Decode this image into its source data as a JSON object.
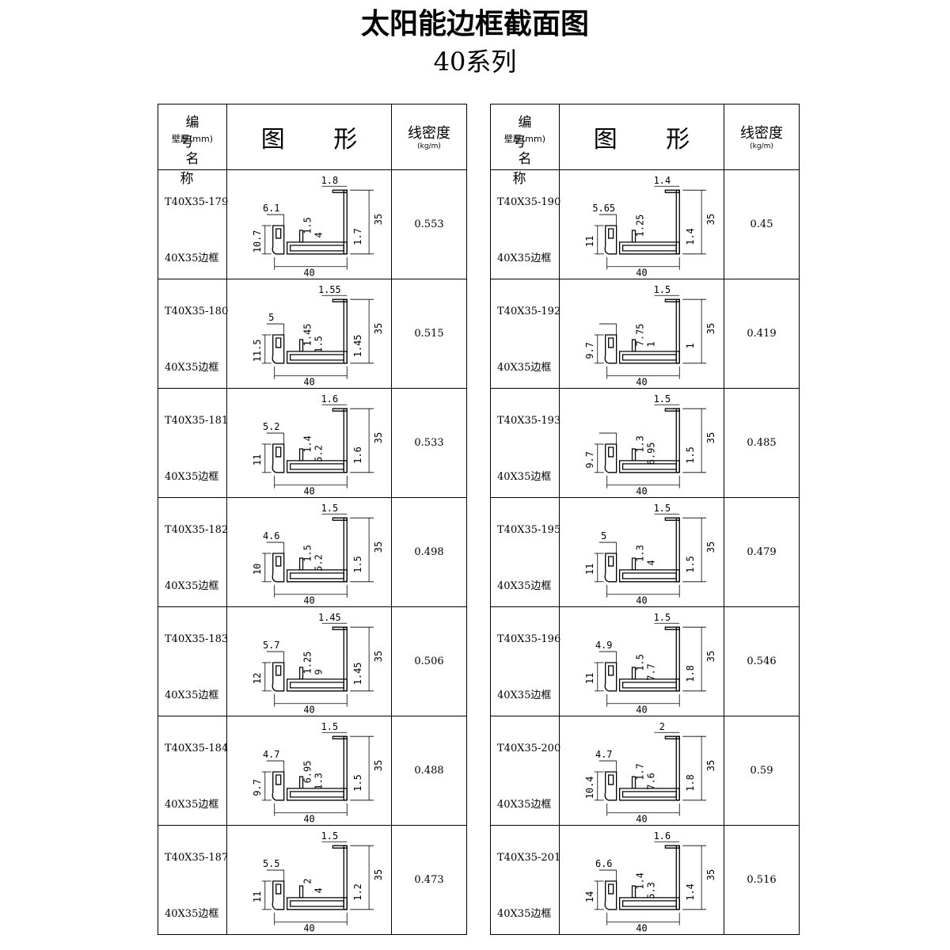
{
  "title": "太阳能边框截面图",
  "subtitle": "40系列",
  "header": {
    "code_label": "编 号",
    "thickness_label": "壁厚(mm)",
    "name_label": "名 称",
    "figure_label": "图 形",
    "density_label": "线密度",
    "density_unit": "(kg/m)"
  },
  "left_table": [
    {
      "code": "T40X35-179",
      "name": "40X35边框",
      "density": "0.553",
      "dims": {
        "top": "1.8",
        "lip_w": "6.1",
        "lip_h": "10.7",
        "wall_a": "1.5",
        "wall_b": "4",
        "wall_c": "1.7",
        "height": "35",
        "width": "40"
      }
    },
    {
      "code": "T40X35-180",
      "name": "40X35边框",
      "density": "0.515",
      "dims": {
        "top": "1.55",
        "lip_w": "5",
        "lip_h": "11.5",
        "wall_a": "1.45",
        "wall_b": "1.5",
        "wall_c": "1.45",
        "height": "35",
        "width": "40"
      }
    },
    {
      "code": "T40X35-181",
      "name": "40X35边框",
      "density": "0.533",
      "dims": {
        "top": "1.6",
        "lip_w": "5.2",
        "lip_h": "11",
        "wall_a": "1.4",
        "wall_b": "5.2",
        "wall_c": "1.6",
        "height": "35",
        "width": "40"
      }
    },
    {
      "code": "T40X35-182",
      "name": "40X35边框",
      "density": "0.498",
      "dims": {
        "top": "1.5",
        "lip_w": "4.6",
        "lip_h": "10",
        "wall_a": "1.5",
        "wall_b": "5.2",
        "wall_c": "1.5",
        "height": "35",
        "width": "40"
      }
    },
    {
      "code": "T40X35-183",
      "name": "40X35边框",
      "density": "0.506",
      "dims": {
        "top": "1.45",
        "lip_w": "5.7",
        "lip_h": "12",
        "wall_a": "1.25",
        "wall_b": "9",
        "wall_c": "1.45",
        "height": "35",
        "width": "40"
      }
    },
    {
      "code": "T40X35-184",
      "name": "40X35边框",
      "density": "0.488",
      "dims": {
        "top": "1.5",
        "lip_w": "4.7",
        "lip_h": "9.7",
        "wall_a": "6.95",
        "wall_b": "1.3",
        "wall_c": "1.5",
        "height": "35",
        "width": "40"
      }
    },
    {
      "code": "T40X35-187",
      "name": "40X35边框",
      "density": "0.473",
      "dims": {
        "top": "1.5",
        "lip_w": "5.5",
        "lip_h": "11",
        "wall_a": "2",
        "wall_b": "4",
        "wall_c": "1.2",
        "height": "35",
        "width": "40"
      }
    }
  ],
  "right_table": [
    {
      "code": "T40X35-190",
      "name": "40X35边框",
      "density": "0.45",
      "dims": {
        "top": "1.4",
        "lip_w": "5.65",
        "lip_h": "11",
        "wall_a": "1.25",
        "wall_b": "",
        "wall_c": "1.4",
        "height": "35",
        "width": "40"
      }
    },
    {
      "code": "T40X35-192",
      "name": "40X35边框",
      "density": "0.419",
      "dims": {
        "top": "1.5",
        "lip_w": "",
        "lip_h": "9.7",
        "wall_a": "7.75",
        "wall_b": "1",
        "wall_c": "1",
        "height": "35",
        "width": "40"
      }
    },
    {
      "code": "T40X35-193",
      "name": "40X35边框",
      "density": "0.485",
      "dims": {
        "top": "1.5",
        "lip_w": "",
        "lip_h": "9.7",
        "wall_a": "1.3",
        "wall_b": "6.95",
        "wall_c": "1.5",
        "height": "35",
        "width": "40"
      }
    },
    {
      "code": "T40X35-195",
      "name": "40X35边框",
      "density": "0.479",
      "dims": {
        "top": "1.5",
        "lip_w": "5",
        "lip_h": "11",
        "wall_a": "1.3",
        "wall_b": "4",
        "wall_c": "1.5",
        "height": "35",
        "width": "40"
      }
    },
    {
      "code": "T40X35-196",
      "name": "40X35边框",
      "density": "0.546",
      "dims": {
        "top": "1.5",
        "lip_w": "4.9",
        "lip_h": "11",
        "wall_a": "1.5",
        "wall_b": "7.7",
        "wall_c": "1.8",
        "height": "35",
        "width": "40"
      }
    },
    {
      "code": "T40X35-200",
      "name": "40X35边框",
      "density": "0.59",
      "dims": {
        "top": "2",
        "lip_w": "4.7",
        "lip_h": "10.4",
        "wall_a": "1.7",
        "wall_b": "7.6",
        "wall_c": "1.8",
        "height": "35",
        "width": "40"
      }
    },
    {
      "code": "T40X35-201",
      "name": "40X35边框",
      "density": "0.516",
      "dims": {
        "top": "1.6",
        "lip_w": "6.6",
        "lip_h": "14",
        "wall_a": "1.4",
        "wall_b": "5.3",
        "wall_c": "1.4",
        "height": "35",
        "width": "40"
      }
    }
  ]
}
